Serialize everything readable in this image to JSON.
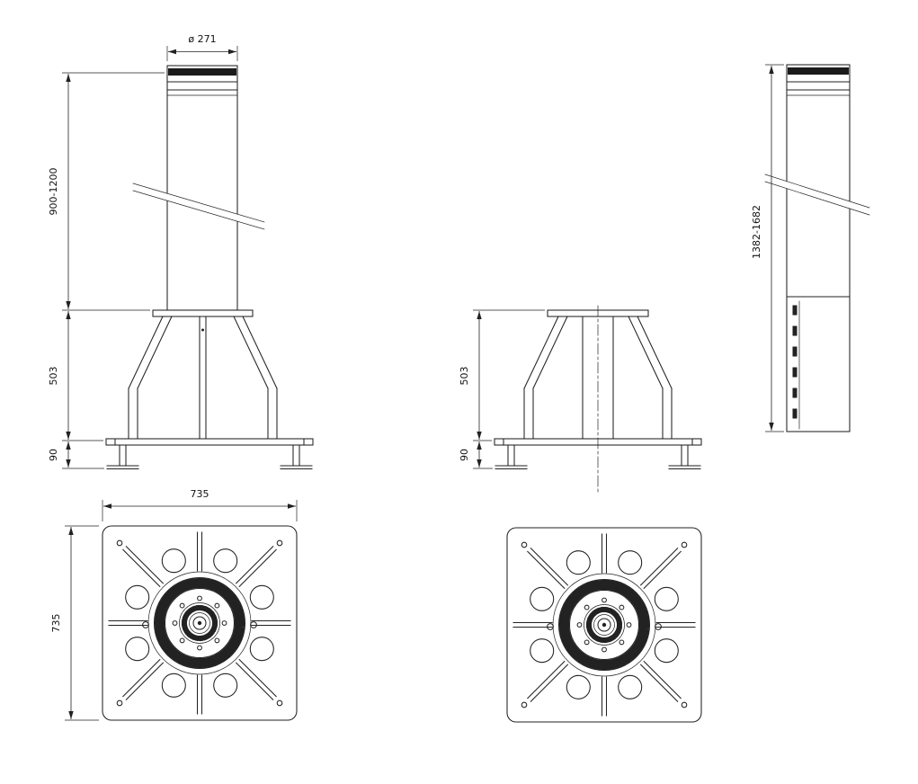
{
  "views": {
    "front": {
      "dim_diameter": "ø 271",
      "dim_height": "900-1200",
      "dim_base_depth": "503",
      "dim_foot": "90"
    },
    "pit": {
      "dim_base_depth": "503",
      "dim_foot": "90"
    },
    "side": {
      "dim_total_height": "1382-1682"
    },
    "plan": {
      "dim_width": "735",
      "dim_depth": "735"
    }
  }
}
